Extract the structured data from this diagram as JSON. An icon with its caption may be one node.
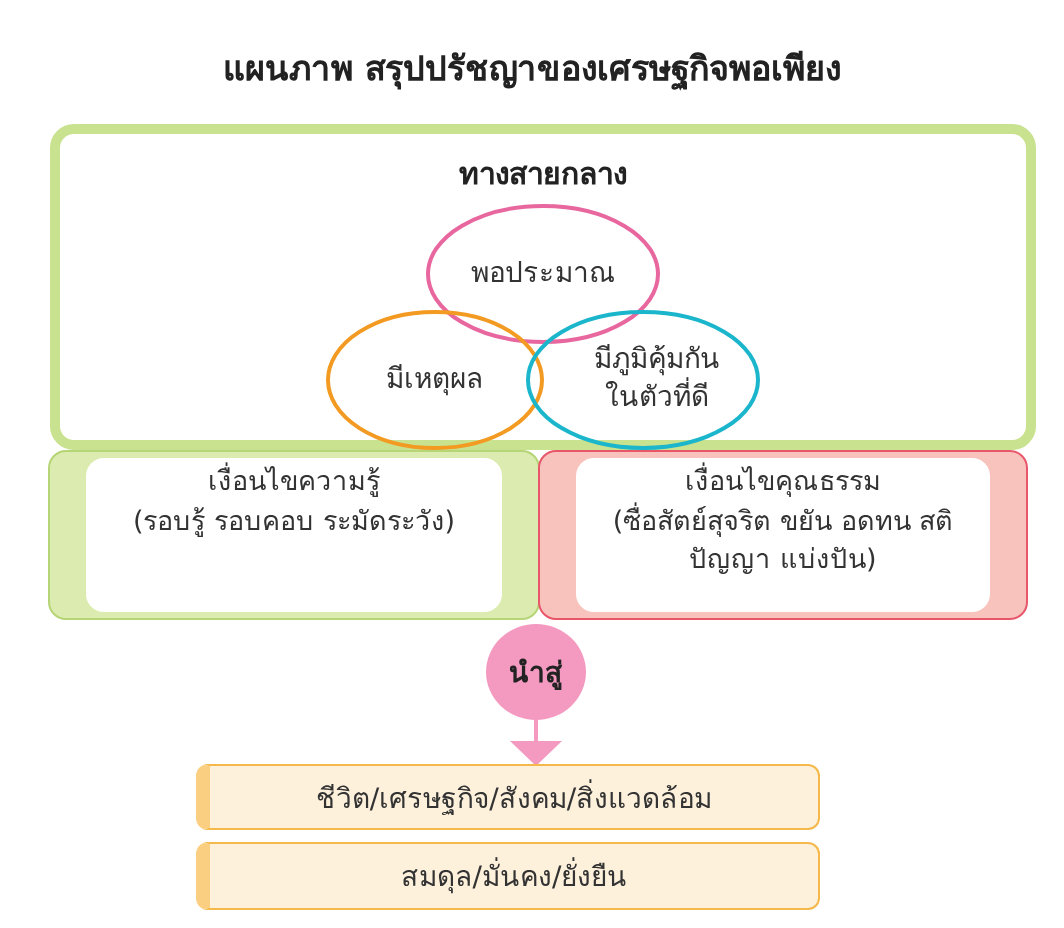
{
  "diagram": {
    "title": "แผนภาพ สรุปปรัชญาของเศรษฐกิจพอเพียง",
    "nodes": [
      {
        "text": [
          "ทางสายกลาง"
        ]
      },
      {
        "text": [
          "พอประมาณ"
        ],
        "in": 0
      },
      {
        "text": [
          "มีเหตุผล"
        ],
        "in": 0
      },
      {
        "text": [
          "มีภูมิคุ้มกัน ในตัวที่ดี"
        ],
        "in": 0
      },
      {
        "text": [
          "เงื่อนไขความรู้",
          "(รอบรู้ รอบคอบ ระมัดระวัง)"
        ]
      },
      {
        "text": [
          "เงื่อนไขคุณธรรม",
          "(ซื่อสัตย์สุจริต ขยัน อดทน สติปัญญา แบ่งปัน)"
        ]
      },
      {
        "text": [
          "นำสู่"
        ]
      },
      {
        "text": [
          "ชีวิต/เศรษฐกิจ/สังคม/สิ่งแวดล้อม"
        ]
      },
      {
        "text": [
          "สมดุล/มั่นคง/ยั่งยืน"
        ]
      }
    ],
    "edges": [
      {
        "from": 6,
        "to": 7,
        "arrow": "to",
        "color": "#f49ac1"
      }
    ]
  }
}
